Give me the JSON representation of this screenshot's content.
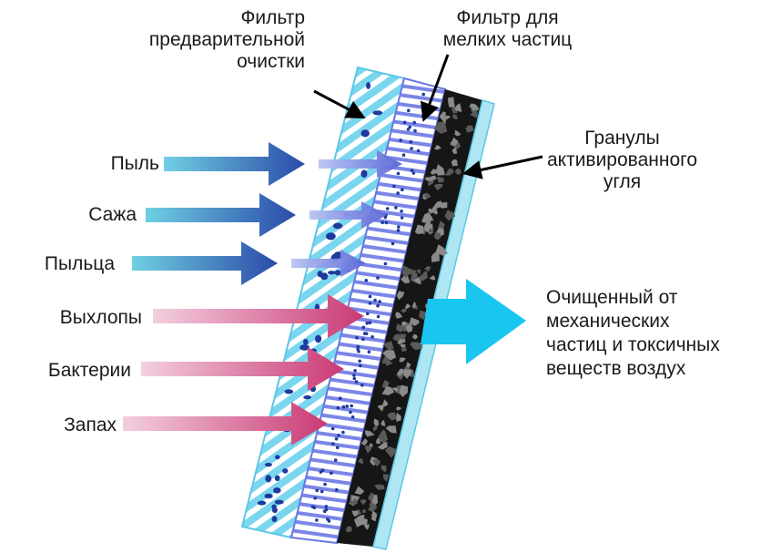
{
  "labels": {
    "prefilter": [
      "Фильтр",
      "предварительной",
      "очистки"
    ],
    "fine_filter": [
      "Фильтр для",
      "мелких частиц"
    ],
    "carbon": [
      "Гранулы",
      "активированного",
      "угля"
    ],
    "output": [
      "Очищенный от",
      "механических",
      "частиц и токсичных",
      "веществ воздух"
    ]
  },
  "inputs": [
    {
      "label": "Пыль",
      "kind": "blocked-by-prefilter"
    },
    {
      "label": "Сажа",
      "kind": "blocked-by-prefilter"
    },
    {
      "label": "Пыльца",
      "kind": "blocked-by-prefilter"
    },
    {
      "label": "Выхлопы",
      "kind": "blocked-by-carbon"
    },
    {
      "label": "Бактерии",
      "kind": "blocked-by-carbon"
    },
    {
      "label": "Запах",
      "kind": "blocked-by-carbon"
    }
  ],
  "colors": {
    "blue_arrow": "#2b4aa8",
    "blue_arrow_fade": "#5fc6dc",
    "pink_arrow": "#cc3f78",
    "pink_arrow_fade": "#f0c6d9",
    "cyan_output": "#19c6f0",
    "prefilter_fill": "#5ac8e6",
    "fine_fill": "#5f6fe0",
    "carbon_fill": "#111111",
    "dot": "#1e3a9c"
  }
}
